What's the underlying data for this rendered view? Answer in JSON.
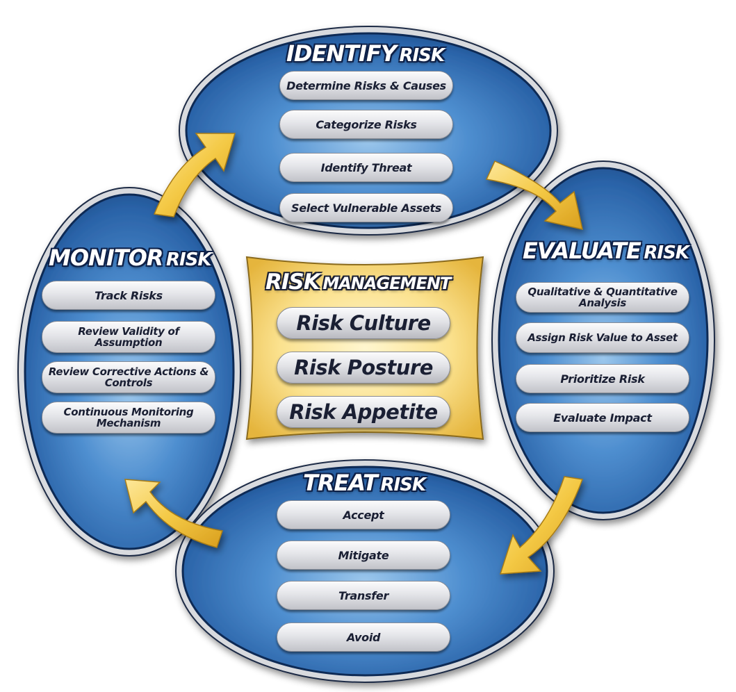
{
  "identify": {
    "title_main": "IDENTIFY",
    "title_sub": "RISK",
    "items": [
      "Determine Risks & Causes",
      "Categorize Risks",
      "Identify Threat",
      "Select Vulnerable Assets"
    ]
  },
  "evaluate": {
    "title_main": "EVALUATE",
    "title_sub": "RISK",
    "items": [
      "Qualitative &  Quantitative Analysis",
      "Assign Risk Value to Asset",
      "Prioritize Risk",
      "Evaluate Impact"
    ]
  },
  "treat": {
    "title_main": "TREAT",
    "title_sub": "RISK",
    "items": [
      "Accept",
      "Mitigate",
      "Transfer",
      "Avoid"
    ]
  },
  "monitor": {
    "title_main": "MONITOR",
    "title_sub": "RISK",
    "items": [
      "Track Risks",
      "Review Validity of Assumption",
      "Review Corrective Actions & Controls",
      "Continuous Monitoring Mechanism"
    ]
  },
  "center": {
    "title_main": "RISK",
    "title_sub": "MANAGEMENT",
    "items": [
      "Risk Culture",
      "Risk Posture",
      "Risk Appetite"
    ]
  },
  "colors": {
    "ellipse_blue": "#2f6fb6",
    "ellipse_dark": "#1a3f7a",
    "arrow_yellow": "#f3c843",
    "center_yellow": "#fbe08e"
  }
}
